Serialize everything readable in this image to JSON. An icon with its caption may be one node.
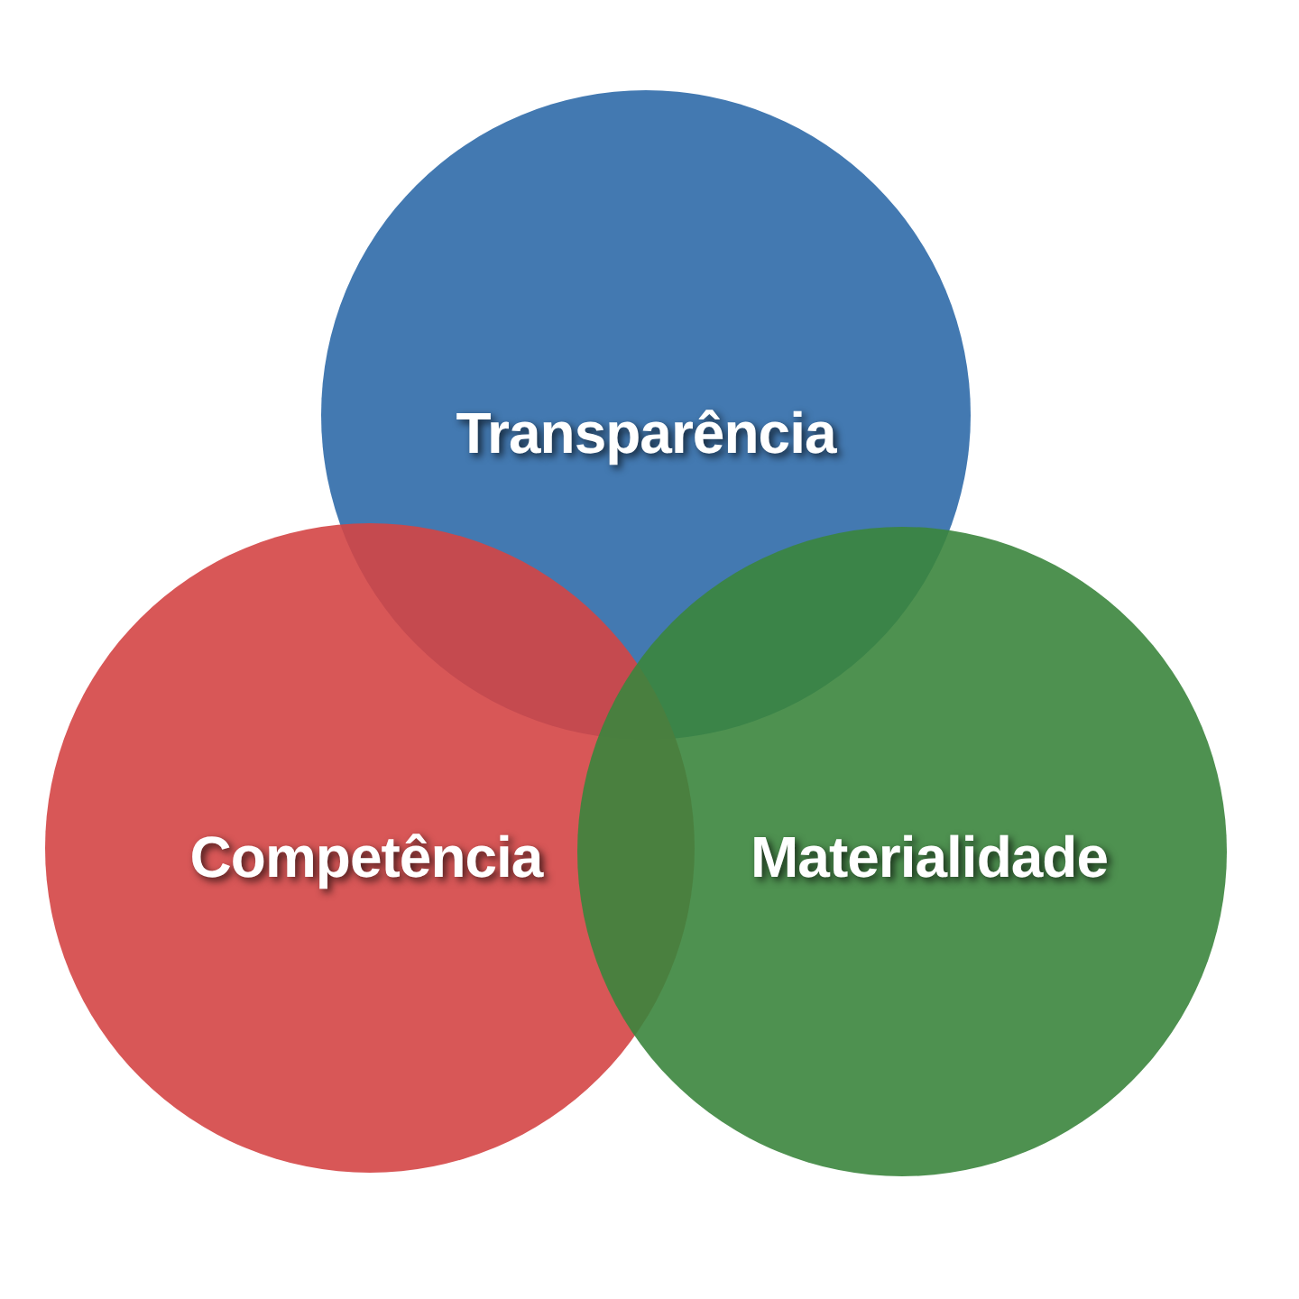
{
  "diagram": {
    "nodes": [
      {
        "text": [
          "Transparência"
        ]
      },
      {
        "text": [
          "Competência"
        ]
      },
      {
        "text": [
          "Materialidade"
        ]
      }
    ]
  }
}
